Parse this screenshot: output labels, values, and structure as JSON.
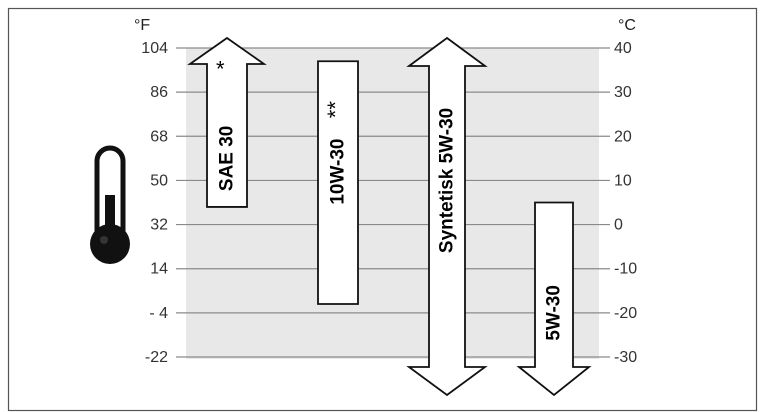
{
  "chart_data": {
    "type": "range-chart",
    "units": {
      "left": "°F",
      "right": "°C"
    },
    "left_ticks": [
      "104",
      "86",
      "68",
      "50",
      "32",
      "14",
      "- 4",
      "-22"
    ],
    "right_ticks": [
      "40",
      "30",
      "20",
      "10",
      "0",
      "-10",
      "-20",
      "-30"
    ],
    "tick_celsius": [
      40,
      30,
      20,
      10,
      0,
      -10,
      -20,
      -30
    ],
    "ylim_celsius": [
      -30,
      40
    ],
    "band_color": "#e8e8e8",
    "series": [
      {
        "name": "SAE 30",
        "note": "*",
        "min_c": 4,
        "max_c": 40,
        "open_top": true,
        "open_bottom": false
      },
      {
        "name": "10W-30",
        "note": "**",
        "min_c": -18,
        "max_c": 37,
        "open_top": false,
        "open_bottom": false
      },
      {
        "name": "Syntetisk 5W-30",
        "note": "",
        "min_c": -30,
        "max_c": 40,
        "open_top": true,
        "open_bottom": true
      },
      {
        "name": "5W-30",
        "note": "",
        "min_c": -30,
        "max_c": 5,
        "open_top": false,
        "open_bottom": true
      }
    ]
  },
  "icons": {
    "thermometer": "thermometer-icon"
  }
}
